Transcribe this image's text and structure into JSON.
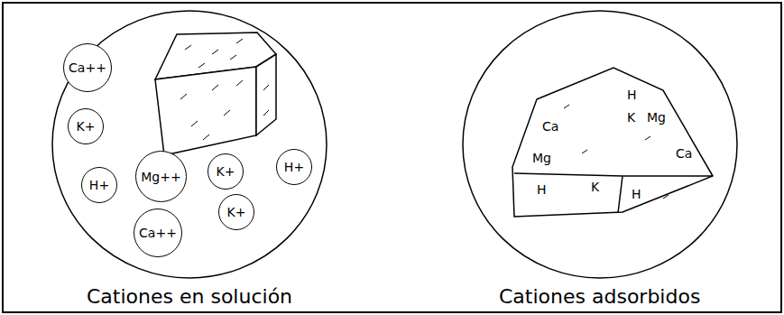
{
  "diagram": {
    "nodes": [
      {
        "text": [
          "Cationes en solución"
        ]
      },
      {
        "text": [
          "Ca++"
        ],
        "in": 0
      },
      {
        "text": [
          "K+"
        ],
        "in": 0
      },
      {
        "text": [
          "H+"
        ],
        "in": 0
      },
      {
        "text": [
          "Mg++"
        ],
        "in": 0
      },
      {
        "text": [
          "K+"
        ],
        "in": 0
      },
      {
        "text": [
          "H+"
        ],
        "in": 0
      },
      {
        "text": [
          "K+"
        ],
        "in": 0
      },
      {
        "text": [
          "Ca++"
        ],
        "in": 0
      },
      {
        "text": [
          "Cationes adsorbidos"
        ]
      },
      {
        "text": [
          "H",
          "Ca",
          "K",
          "Mg",
          "Mg",
          "Ca",
          "H",
          "K",
          "H"
        ],
        "in": 9
      }
    ]
  }
}
